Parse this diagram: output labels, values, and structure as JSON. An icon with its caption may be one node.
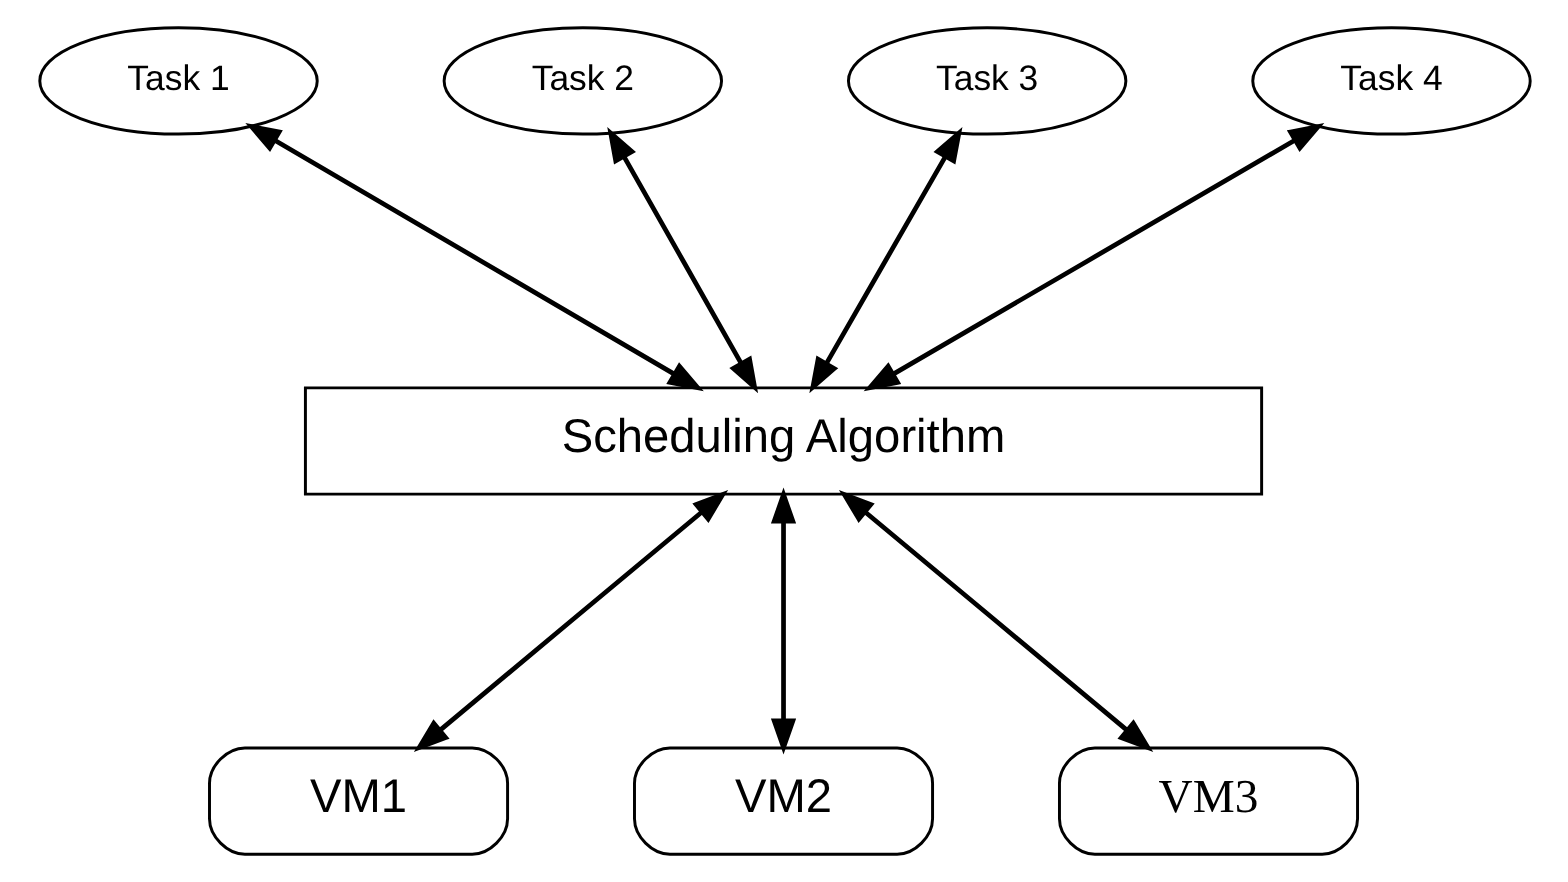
{
  "diagram": {
    "nodes": [
      {
        "text": [
          "Task 1"
        ]
      },
      {
        "text": [
          "Task 2"
        ]
      },
      {
        "text": [
          "Task 3"
        ]
      },
      {
        "text": [
          "Task 4"
        ]
      },
      {
        "text": [
          "Scheduling Algorithm"
        ]
      },
      {
        "text": [
          "VM1"
        ]
      },
      {
        "text": [
          "VM2"
        ]
      },
      {
        "text": [
          "VM3"
        ]
      }
    ],
    "edges": [
      {
        "from": 0,
        "to": 4,
        "arrow": "both"
      },
      {
        "from": 1,
        "to": 4,
        "arrow": "both"
      },
      {
        "from": 2,
        "to": 4,
        "arrow": "both"
      },
      {
        "from": 3,
        "to": 4,
        "arrow": "both"
      },
      {
        "from": 4,
        "to": 5,
        "arrow": "both"
      },
      {
        "from": 4,
        "to": 6,
        "arrow": "both"
      },
      {
        "from": 4,
        "to": 7,
        "arrow": "both"
      }
    ]
  }
}
